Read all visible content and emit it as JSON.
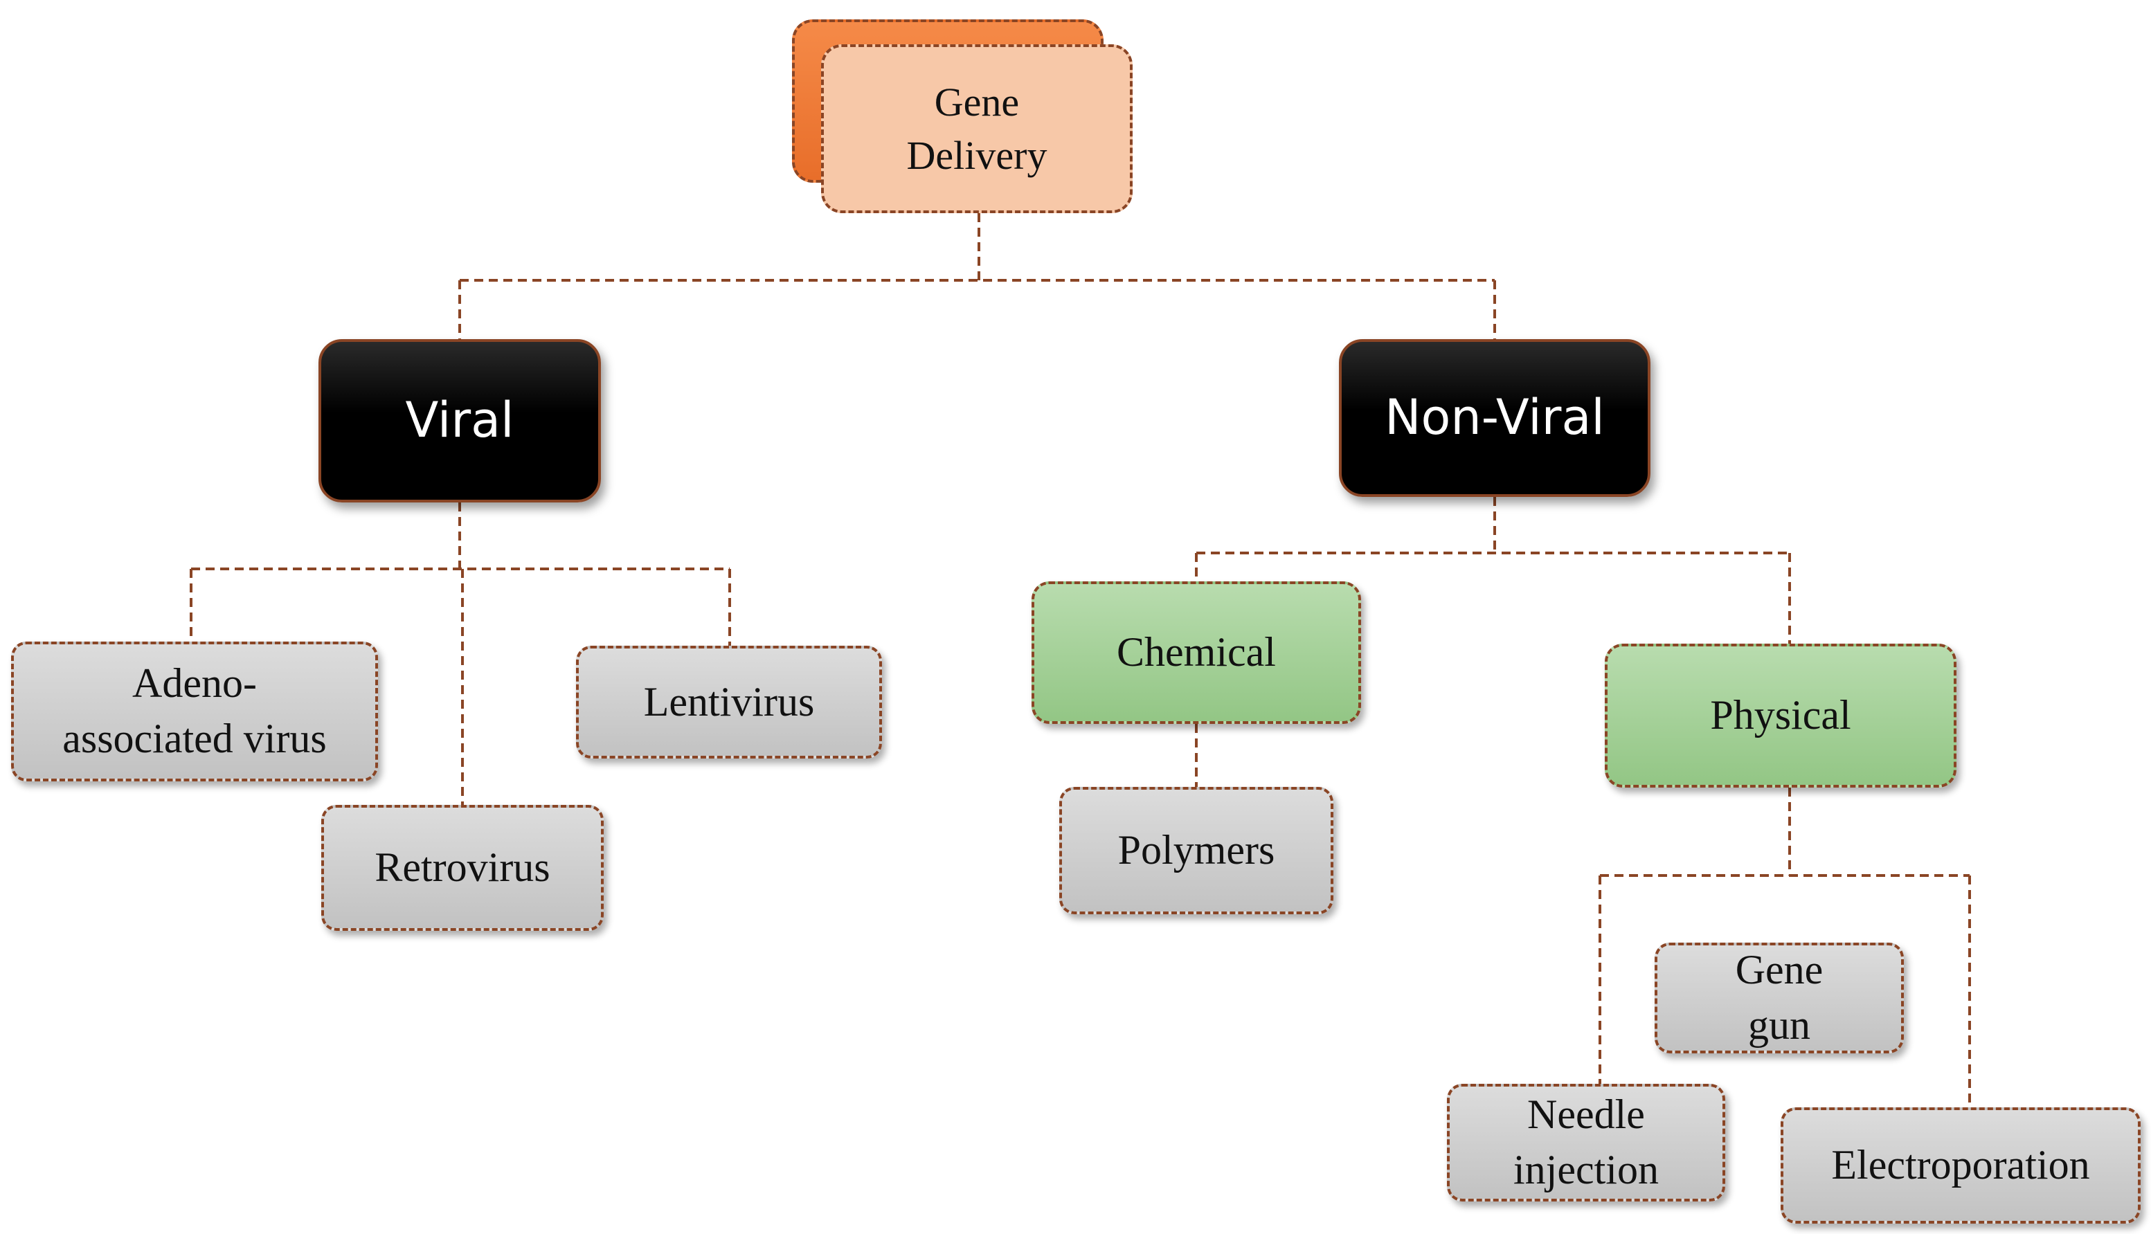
{
  "root": {
    "line1": "Gene",
    "line2": "Delivery"
  },
  "viral": {
    "label": "Viral",
    "children": {
      "adeno_line1": "Adeno-",
      "adeno_line2": "associated virus",
      "retrovirus": "Retrovirus",
      "lentivirus": "Lentivirus"
    }
  },
  "non_viral": {
    "label": "Non-Viral",
    "chemical": {
      "label": "Chemical",
      "children": {
        "polymers": "Polymers"
      }
    },
    "physical": {
      "label": "Physical",
      "children": {
        "gene_gun_line1": "Gene",
        "gene_gun_line2": "gun",
        "needle_line1": "Needle",
        "needle_line2": "injection",
        "electroporation": "Electroporation"
      }
    }
  },
  "colors": {
    "connector": "#8a4525",
    "root_fill": "#f7c8a8",
    "root_shadow_fill": "#ec7a35",
    "main_fill": "#000000",
    "category_fill": "#a6d199",
    "leaf_fill": "#cfcfcf"
  }
}
